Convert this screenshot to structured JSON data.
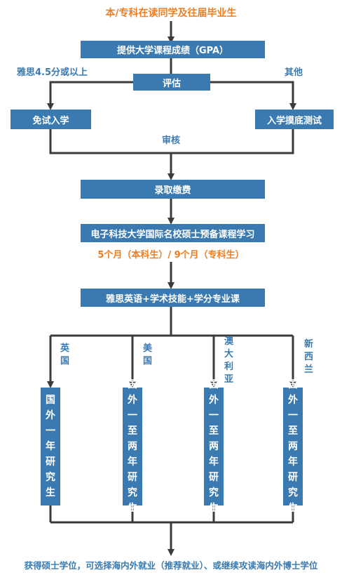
{
  "title": "本/专科在读同学及往届毕业生",
  "step_gpa": "提供大学课程成绩（GPA）",
  "branch_left_label": "雅思4.5分或以上",
  "branch_right_label": "其他",
  "step_evaluate": "评估",
  "box_exempt": "免试入学",
  "box_test": "入学摸底测试",
  "label_review": "审核",
  "step_admission": "录取缴费",
  "step_program": "电子科技大学国际名校硕士预备课程学习",
  "duration": "5个月（本科生）/ 9个月（专科生）",
  "step_courses": "雅思英语+学术技能+学分专业课",
  "countries": [
    {
      "name": [
        "英",
        "国"
      ],
      "box": [
        "国",
        "外",
        "一",
        "年",
        "研",
        "究",
        "生"
      ]
    },
    {
      "name": [
        "美",
        "国"
      ],
      "box": [
        "国",
        "外",
        "一",
        "至",
        "两",
        "年",
        "研",
        "究",
        "生"
      ]
    },
    {
      "name": [
        "澳",
        "大",
        "利",
        "亚"
      ],
      "box": [
        "国",
        "外",
        "一",
        "至",
        "两",
        "年",
        "研",
        "究",
        "生"
      ]
    },
    {
      "name": [
        "新",
        "西",
        "兰"
      ],
      "box": [
        "国",
        "外",
        "一",
        "至",
        "两",
        "年",
        "研",
        "究",
        "生"
      ]
    }
  ],
  "final": "获得硕士学位，可选择海内外就业（推荐就业）、或继续攻读海内外博士学位",
  "colors": {
    "box_blue": "#3a7ab0",
    "accent_orange": "#ee7e22",
    "line_dark": "#3b3b3b"
  }
}
